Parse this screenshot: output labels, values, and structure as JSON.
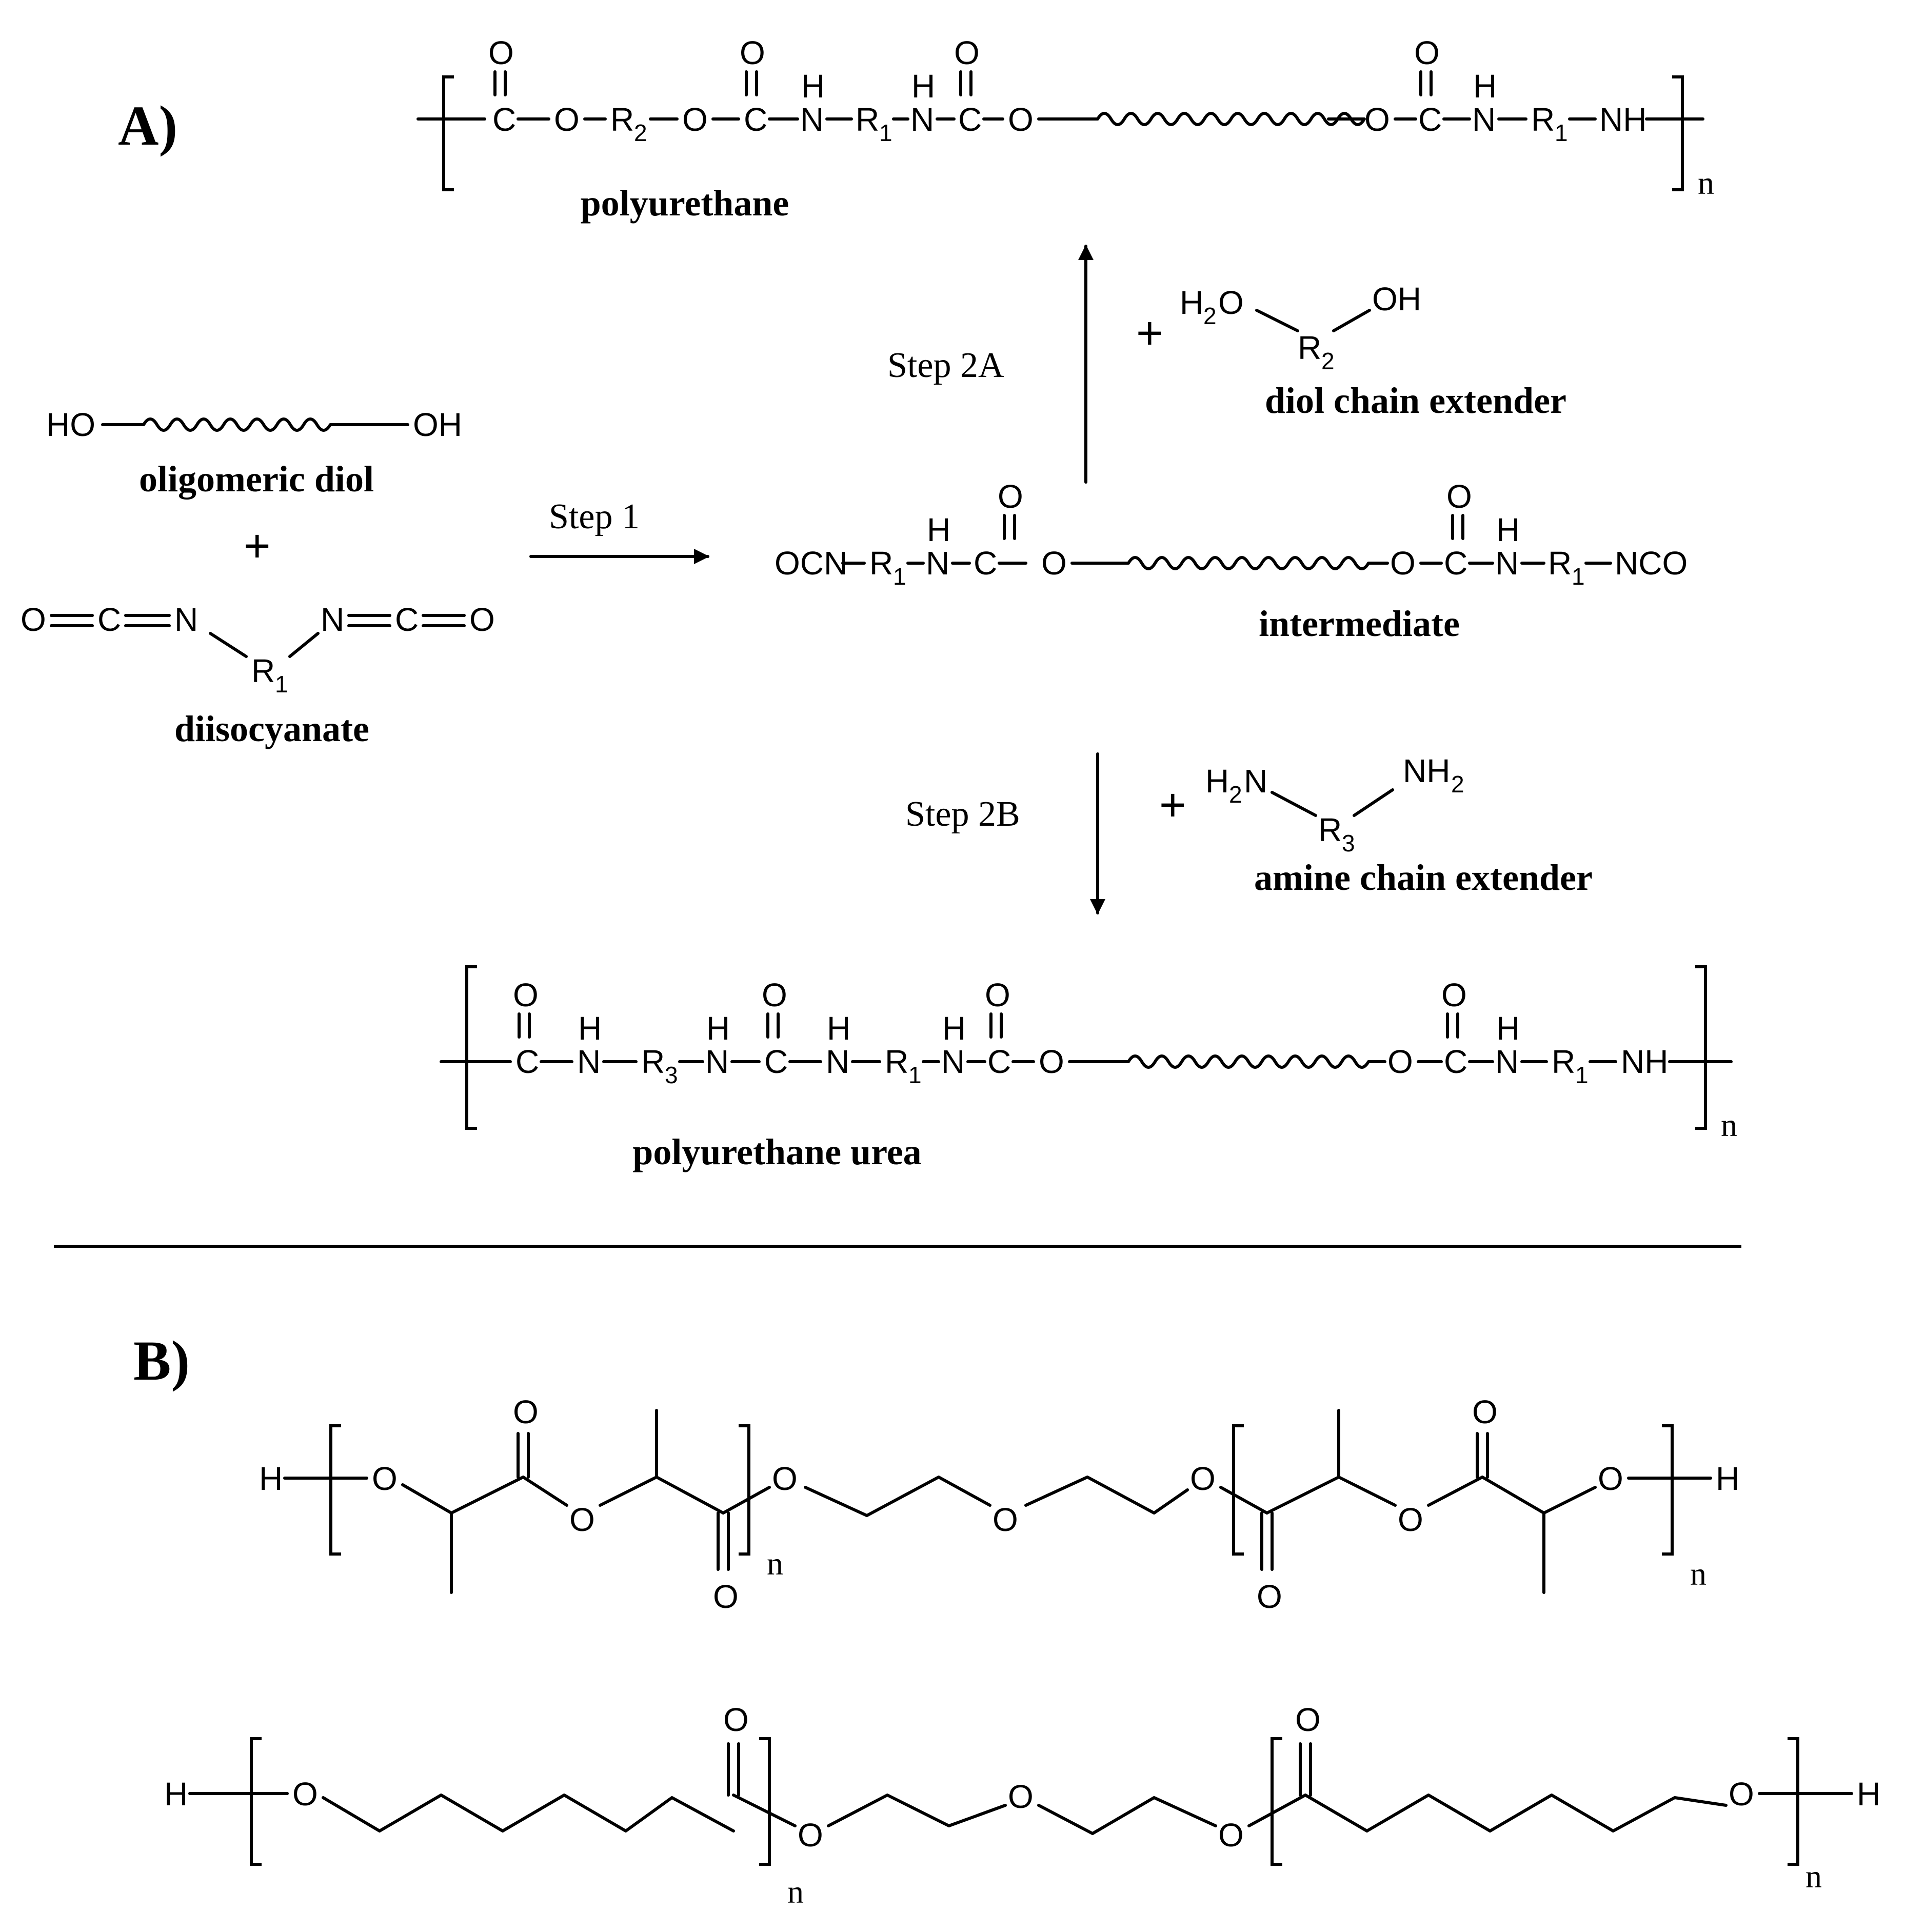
{
  "panels": {
    "a": "A)",
    "b": "B)"
  },
  "compounds": {
    "polyurethane": "polyurethane",
    "oligomeric_diol": "oligomeric diol",
    "diisocyanate": "diisocyanate",
    "intermediate": "intermediate",
    "diol_chain_extender": "diol chain extender",
    "amine_chain_extender": "amine chain extender",
    "polyurethane_urea": "polyurethane urea"
  },
  "steps": {
    "step1": "Step 1",
    "step2a": "Step 2A",
    "step2b": "Step 2B"
  },
  "plus": "+",
  "atoms": {
    "C": "C",
    "O": "O",
    "N": "N",
    "H": "H",
    "R": "R",
    "HO": "HO",
    "OH": "OH",
    "NH": "NH",
    "OCN": "OCN",
    "NCO": "NCO",
    "H2": "H",
    "NH2": "NH",
    "one": "1",
    "two": "2",
    "three": "3"
  },
  "repeat_index": "n"
}
